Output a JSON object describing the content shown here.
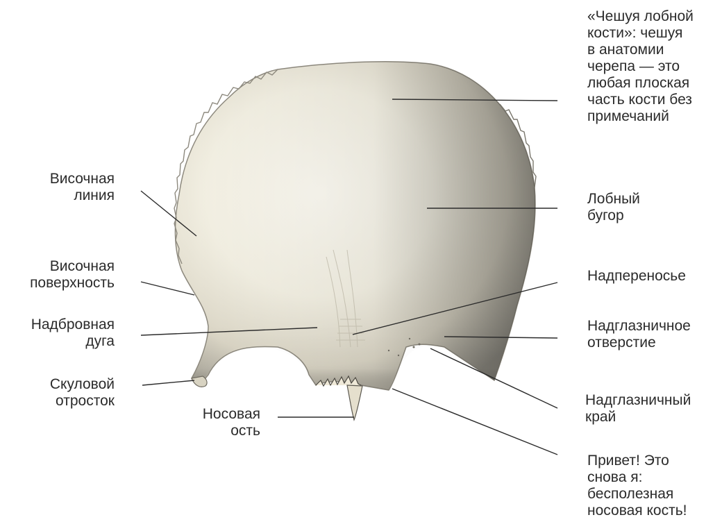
{
  "labels": {
    "squama": "«Чешуя лобной\nкости»: чешуя\nв анатомии\nчерепа — это\nлюбая плоская\nчасть кости без\nпримечаний",
    "temporal_line": "Височная\nлиния",
    "frontal_tuber": "Лобный\nбугор",
    "temporal_surface": "Височная\nповерхность",
    "glabella": "Надпереносье",
    "superciliary_arch": "Надбровная\nдуга",
    "supraorbital_foramen": "Надглазничное\nотверстие",
    "zygomatic_process": "Скуловой\nотросток",
    "supraorbital_margin": "Надглазничный\nкрай",
    "nasal_spine": "Носовая\nость",
    "nasal_bone_joke": "Привет! Это\nснова я:\nбесполезная\nносовая кость!"
  },
  "colors": {
    "bone_light": "#f6f3e8",
    "bone_mid": "#e2ddcc",
    "bone_shadow": "#a8a498",
    "line": "#2b2b2b"
  }
}
